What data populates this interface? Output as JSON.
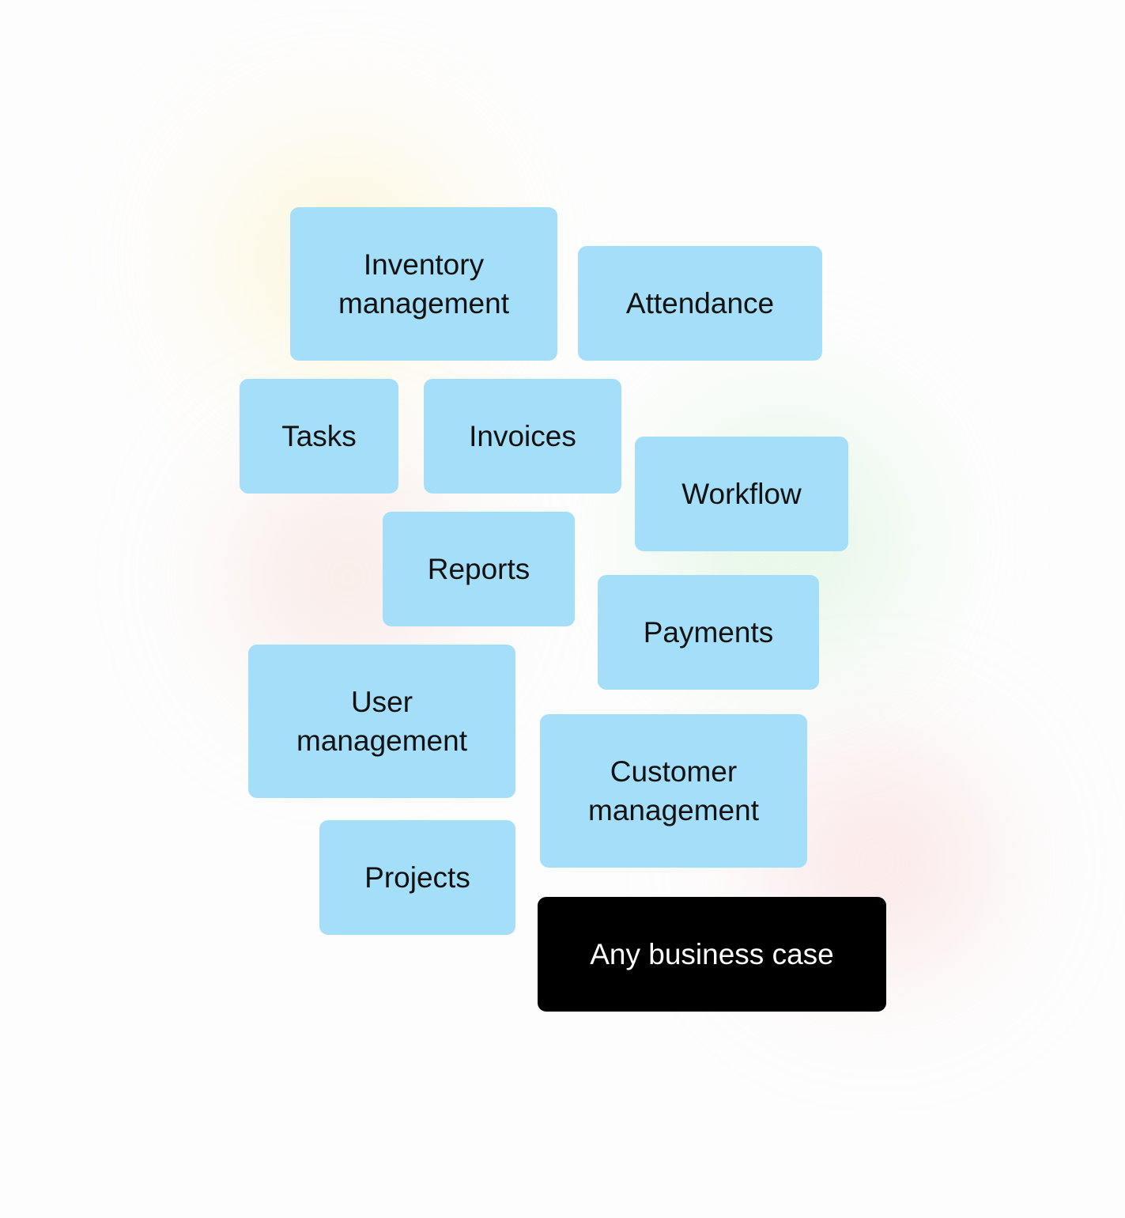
{
  "tiles": {
    "inventory_management": "Inventory management",
    "attendance": "Attendance",
    "tasks": "Tasks",
    "invoices": "Invoices",
    "workflow": "Workflow",
    "reports": "Reports",
    "payments": "Payments",
    "user_management": "User management",
    "customer_management": "Customer management",
    "projects": "Projects",
    "any_business_case": "Any business case"
  },
  "colors": {
    "tile_background": "#a4def9",
    "highlight_tile_background": "#000000",
    "tile_text": "#111111",
    "highlight_tile_text": "#ffffff"
  }
}
